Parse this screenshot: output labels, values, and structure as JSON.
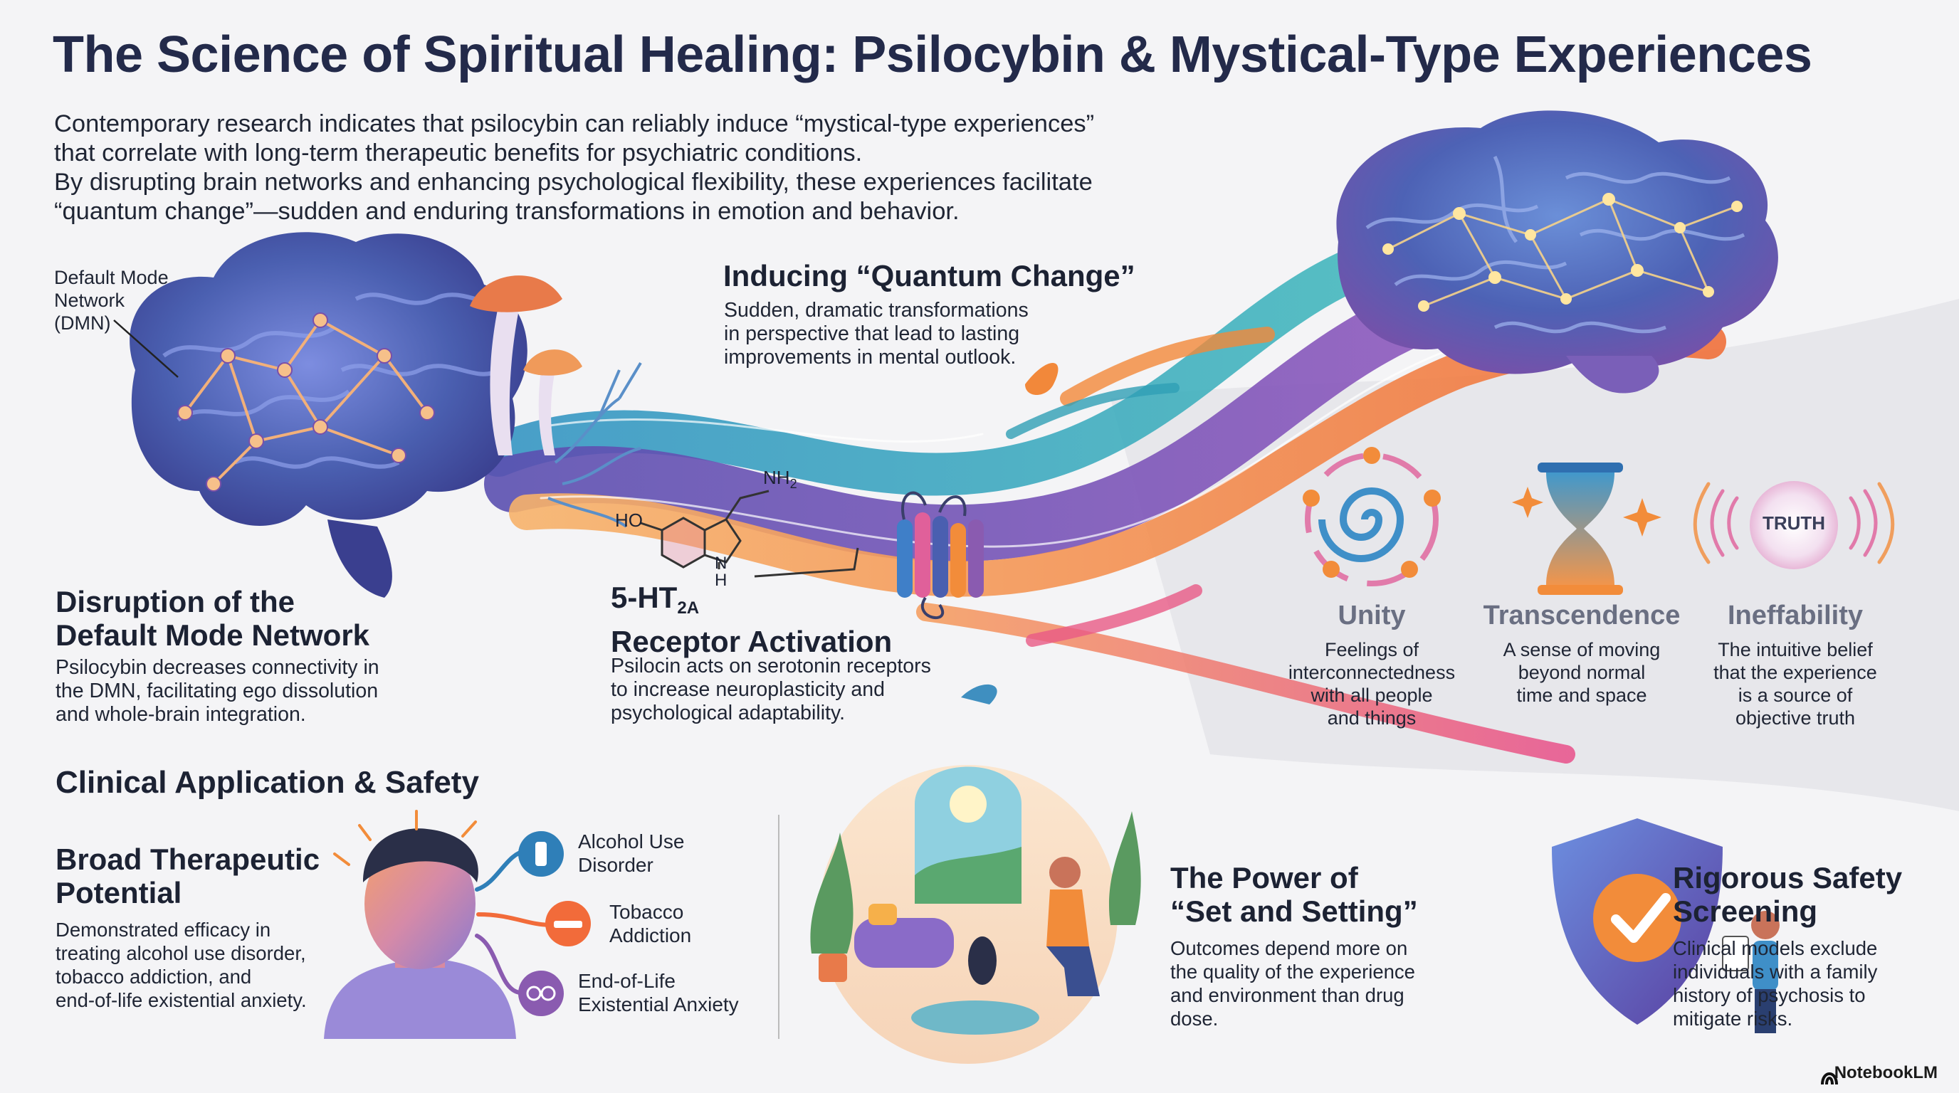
{
  "title": "The Science of Spiritual Healing: Psilocybin & Mystical-Type Experiences",
  "intro": {
    "line1": "Contemporary research indicates that psilocybin can reliably induce “mystical-type experiences”",
    "line2": "that correlate with long-term therapeutic benefits for psychiatric conditions.",
    "line3": "By disrupting brain networks and enhancing psychological flexibility, these experiences facilitate",
    "line4": "“quantum change”—sudden and enduring transformations in emotion and behavior."
  },
  "dmn_label": {
    "line1": "Default Mode",
    "line2": "Network",
    "line3": "(DMN)"
  },
  "quantum": {
    "title": "Inducing “Quantum Change”",
    "line1": "Sudden, dramatic transformations",
    "line2": "in perspective that lead to lasting",
    "line3": "improvements in mental outlook."
  },
  "molecule": {
    "ho": "HO",
    "nh2_main": "NH",
    "nh2_sub": "2",
    "n": "N",
    "h": "H"
  },
  "dmn": {
    "title1": "Disruption of the",
    "title2": "Default Mode Network",
    "line1": "Psilocybin decreases connectivity in",
    "line2": "the DMN, facilitating ego dissolution",
    "line3": "and whole-brain integration."
  },
  "receptor": {
    "title_main": "5-HT",
    "title_sub": "2A",
    "title2": "Receptor Activation",
    "line1": "Psilocin acts on serotonin receptors",
    "line2": "to increase neuroplasticity and",
    "line3": "psychological adaptability."
  },
  "triad": [
    {
      "title": "Unity",
      "lines": [
        "Feelings of",
        "interconnectedness",
        "with all people",
        "and things"
      ]
    },
    {
      "title": "Transcendence",
      "lines": [
        "A sense of moving",
        "beyond normal",
        "time and space"
      ]
    },
    {
      "title": "Ineffability",
      "lines": [
        "The intuitive belief",
        "that the experience",
        "is a source of",
        "objective truth"
      ]
    }
  ],
  "truth_label": "TRUTH",
  "clinical_heading": "Clinical Application & Safety",
  "broad": {
    "title1": "Broad Therapeutic",
    "title2": "Potential",
    "line1": "Demonstrated efficacy in",
    "line2": "treating alcohol use disorder,",
    "line3": "tobacco addiction, and",
    "line4": "end-of-life existential anxiety."
  },
  "conditions": [
    {
      "line1": "Alcohol Use",
      "line2": "Disorder"
    },
    {
      "line1": "Tobacco",
      "line2": "Addiction"
    },
    {
      "line1": "End-of-Life",
      "line2": "Existential Anxiety"
    }
  ],
  "setting": {
    "title1": "The Power of",
    "title2": "“Set and Setting”",
    "line1": "Outcomes depend more on",
    "line2": "the quality of the experience",
    "line3": "and environment than drug",
    "line4": "dose."
  },
  "safety": {
    "title1": "Rigorous Safety",
    "title2": "Screening",
    "line1": "Clinical models exclude",
    "line2": "individuals with a family",
    "line3": "history of psychosis to",
    "line4": "mitigate risks."
  },
  "brand": "NotebookLM",
  "colors": {
    "title": "#232a4a",
    "brain_blue": "#4a5fb0",
    "brain_purple": "#6b4fa8",
    "flow_orange": "#f2883a",
    "flow_purple": "#7a52b8",
    "flow_teal": "#2f9fb5",
    "flow_pink": "#e85a86",
    "triad_title": "#6a6f82",
    "alcohol_icon": "#2f7fb8",
    "tobacco_icon": "#f26b3a",
    "anxiety_icon": "#8a5bb0"
  }
}
